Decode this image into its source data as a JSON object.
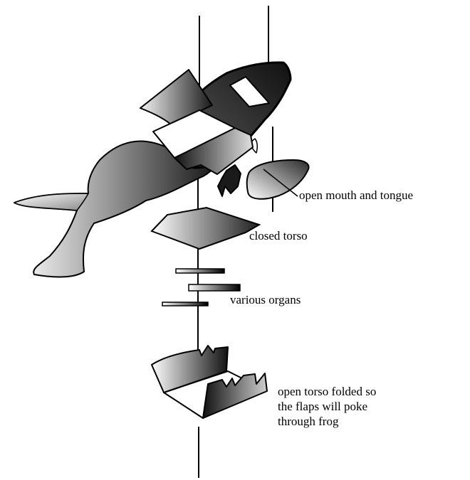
{
  "labels": {
    "mouth": "open mouth and tongue",
    "closed_torso": "closed torso",
    "organs": "various organs",
    "open_torso": [
      "open torso folded so",
      "the flaps will poke",
      "through frog"
    ]
  },
  "colors": {
    "stroke": "#000000",
    "dark": "#1a1a1a",
    "light": "#ffffff",
    "mid": "#777777"
  }
}
